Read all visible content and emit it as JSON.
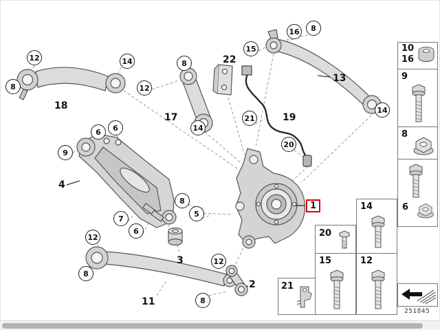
{
  "doc": {
    "diagram_number": "251845"
  },
  "colors": {
    "highlight": "#e10000",
    "line": "#555555"
  },
  "highlight": {
    "label": "1"
  },
  "callouts": [
    {
      "label": "12"
    },
    {
      "label": "8"
    },
    {
      "label": "14"
    },
    {
      "label": "8"
    },
    {
      "label": "12"
    },
    {
      "label": "14"
    },
    {
      "label": "15"
    },
    {
      "label": "16"
    },
    {
      "label": "8"
    },
    {
      "label": "14"
    },
    {
      "label": "21"
    },
    {
      "label": "20"
    },
    {
      "label": "9"
    },
    {
      "label": "6"
    },
    {
      "label": "6"
    },
    {
      "label": "7"
    },
    {
      "label": "6"
    },
    {
      "label": "8"
    },
    {
      "label": "5"
    },
    {
      "label": "12"
    },
    {
      "label": "8"
    },
    {
      "label": "12"
    },
    {
      "label": "8"
    }
  ],
  "part_labels": [
    {
      "label": "18"
    },
    {
      "label": "17"
    },
    {
      "label": "22"
    },
    {
      "label": "13"
    },
    {
      "label": "19"
    },
    {
      "label": "4"
    },
    {
      "label": "3"
    },
    {
      "label": "11"
    },
    {
      "label": "2"
    }
  ],
  "sidebar": {
    "boxes": [
      {
        "id": "10-16",
        "labels": [
          "10",
          "16"
        ],
        "icon": "round-nut"
      },
      {
        "id": "9",
        "labels": [
          "9"
        ],
        "icon": "hex-bolt"
      },
      {
        "id": "8",
        "labels": [
          "8"
        ],
        "icon": "flange-nut"
      },
      {
        "id": "6",
        "labels": [
          "6"
        ],
        "icon": "hex-bolt-with-nut"
      },
      {
        "id": "14",
        "labels": [
          "14"
        ],
        "icon": "hex-bolt"
      },
      {
        "id": "20",
        "labels": [
          "20"
        ],
        "icon": "short-bolt"
      },
      {
        "id": "15",
        "labels": [
          "15"
        ],
        "icon": "long-bolt"
      },
      {
        "id": "12",
        "labels": [
          "12"
        ],
        "icon": "hex-bolt"
      },
      {
        "id": "21",
        "labels": [
          "21"
        ],
        "icon": "sensor-clip"
      },
      {
        "id": "direction",
        "labels": [],
        "icon": "direction-arrow"
      }
    ]
  }
}
